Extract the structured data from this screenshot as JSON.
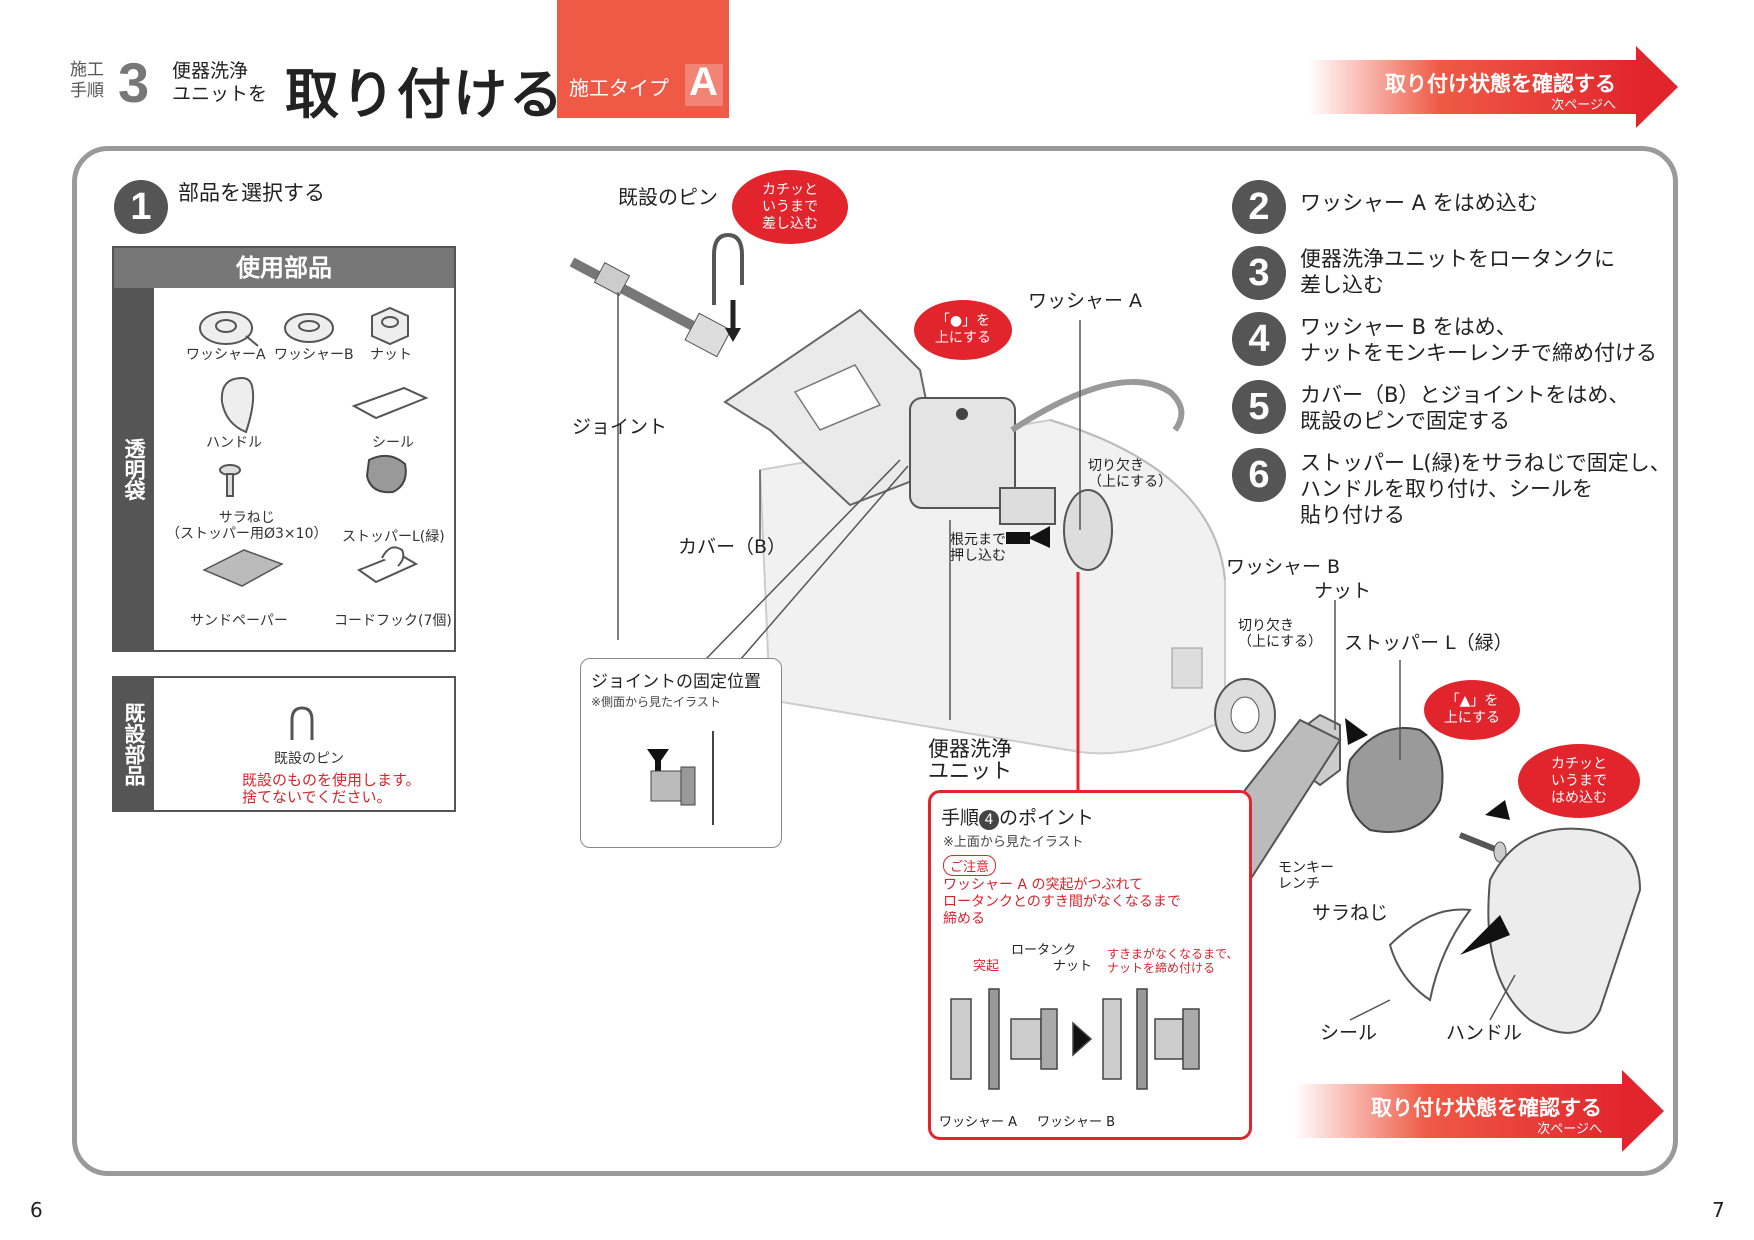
{
  "header": {
    "step_label_1": "施工",
    "step_label_2": "手順",
    "step_number": "3",
    "sub_1": "便器洗浄",
    "sub_2": "ユニットを",
    "title": "取り付ける",
    "type_label": "施工タイプ",
    "type_letter": "A"
  },
  "nav_banner": {
    "main": "取り付け状態を確認する",
    "sub": "次ページへ"
  },
  "steps": [
    {
      "number": "1",
      "text": "部品を選択する"
    },
    {
      "number": "2",
      "text": "ワッシャー A をはめ込む"
    },
    {
      "number": "3",
      "text": "便器洗浄ユニットをロータンクに\n差し込む"
    },
    {
      "number": "4",
      "text": "ワッシャー B をはめ、\nナットをモンキーレンチで締め付ける"
    },
    {
      "number": "5",
      "text": "カバー（B）とジョイントをはめ、\n既設のピンで固定する"
    },
    {
      "number": "6",
      "text": "ストッパー L(緑)をサラねじで固定し、\nハンドルを取り付け、シールを\n貼り付ける"
    }
  ],
  "parts_box": {
    "header": "使用部品",
    "side_label": "透明袋",
    "items": [
      {
        "label": "ワッシャーA",
        "icon": "washer-a-icon"
      },
      {
        "label": "ワッシャーB",
        "icon": "washer-b-icon"
      },
      {
        "label": "ナット",
        "icon": "nut-icon"
      },
      {
        "label": "ハンドル",
        "icon": "handle-icon"
      },
      {
        "label": "シール",
        "icon": "seal-icon"
      },
      {
        "label": "サラねじ\n（ストッパー用Ø3×10）",
        "icon": "screw-icon"
      },
      {
        "label": "ストッパーL(緑)",
        "icon": "stopper-icon"
      },
      {
        "label": "サンドペーパー",
        "icon": "sandpaper-icon"
      },
      {
        "label": "コードフック(7個)",
        "icon": "cord-hook-icon"
      }
    ]
  },
  "existing_box": {
    "side_label": "既設部品",
    "item_label": "既設のピン",
    "note": "既設のものを使用します。\n捨てないでください。"
  },
  "diagram_labels": {
    "existing_pin": "既設のピン",
    "bubble_click_insert": "カチッと\nいうまで\n差し込む",
    "joint": "ジョイント",
    "bubble_circle_up": "「●」を\n上にする",
    "washer_a": "ワッシャー A",
    "cover_b": "カバー（B）",
    "notch_up": "切り欠き\n（上にする）",
    "push_to_root": "根元まで\n押し込む",
    "washer_b": "ワッシャー B",
    "nut": "ナット",
    "notch_up_2": "切り欠き\n（上にする）",
    "stopper_l": "ストッパー L（緑）",
    "bubble_triangle_up": "「▲」を\n上にする",
    "bubble_click_fit": "カチッと\nいうまで\nはめ込む",
    "toilet_unit": "便器洗浄\nユニット",
    "monkey_wrench": "モンキー\nレンチ",
    "flat_screw": "サラねじ",
    "seal": "シール",
    "handle": "ハンドル"
  },
  "joint_box": {
    "title": "ジョイントの固定位置",
    "note": "※側面から見たイラスト"
  },
  "point_box": {
    "title_pre": "手順",
    "title_num": "4",
    "title_post": "のポイント",
    "note": "※上面から見たイラスト",
    "caution": "ご注意",
    "warning": "ワッシャー A の突起がつぶれて\nロータンクとのすき間がなくなるまで\n締める",
    "label_protrusion": "突起",
    "label_tank": "ロータンク",
    "label_nut": "ナット",
    "label_tighten": "すきまがなくなるまで、\nナットを締め付ける",
    "label_washer_a": "ワッシャー A",
    "label_washer_b": "ワッシャー B"
  },
  "page_numbers": {
    "left": "6",
    "right": "7"
  },
  "colors": {
    "accent": "#e2252d",
    "panel_border": "#9a9a9a",
    "dark": "#555555"
  }
}
